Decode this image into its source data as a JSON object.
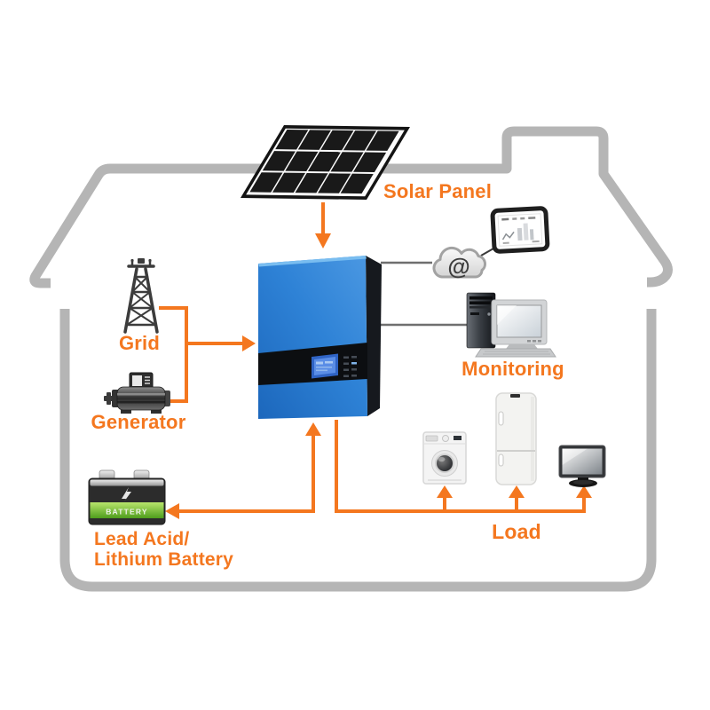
{
  "page": {
    "background": "#ffffff",
    "type": "solar-hybrid-inverter-system-diagram"
  },
  "colors": {
    "accent_orange": "#F4771F",
    "house_gray": "#B5B5B5",
    "inverter_blue": "#2E7FD2",
    "battery_green": "#5CB82A",
    "icon_dark_gray": "#3C3C3C",
    "panel_black": "#141414"
  },
  "diagram": {
    "solar_panel": {
      "label": "Solar Panel",
      "icon": "solar-panel-icon",
      "grid_rows": 3,
      "grid_cols": 5
    },
    "inverter": {
      "icon": "hybrid-inverter-icon"
    },
    "grid": {
      "label": "Grid",
      "icon": "transmission-tower-icon"
    },
    "generator": {
      "label": "Generator",
      "icon": "generator-icon"
    },
    "battery": {
      "label_line1": "Lead Acid/",
      "label_line2": "Lithium Battery",
      "badge": "BATTERY",
      "icon": "battery-icon"
    },
    "monitoring": {
      "label": "Monitoring",
      "cloud_symbol": "@",
      "icons": [
        "internet-cloud-icon",
        "tablet-icon",
        "desktop-computer-icon"
      ]
    },
    "load": {
      "label": "Load",
      "icons": [
        "washing-machine-icon",
        "refrigerator-icon",
        "tv-icon"
      ]
    },
    "house": {
      "icon": "house-outline"
    }
  }
}
